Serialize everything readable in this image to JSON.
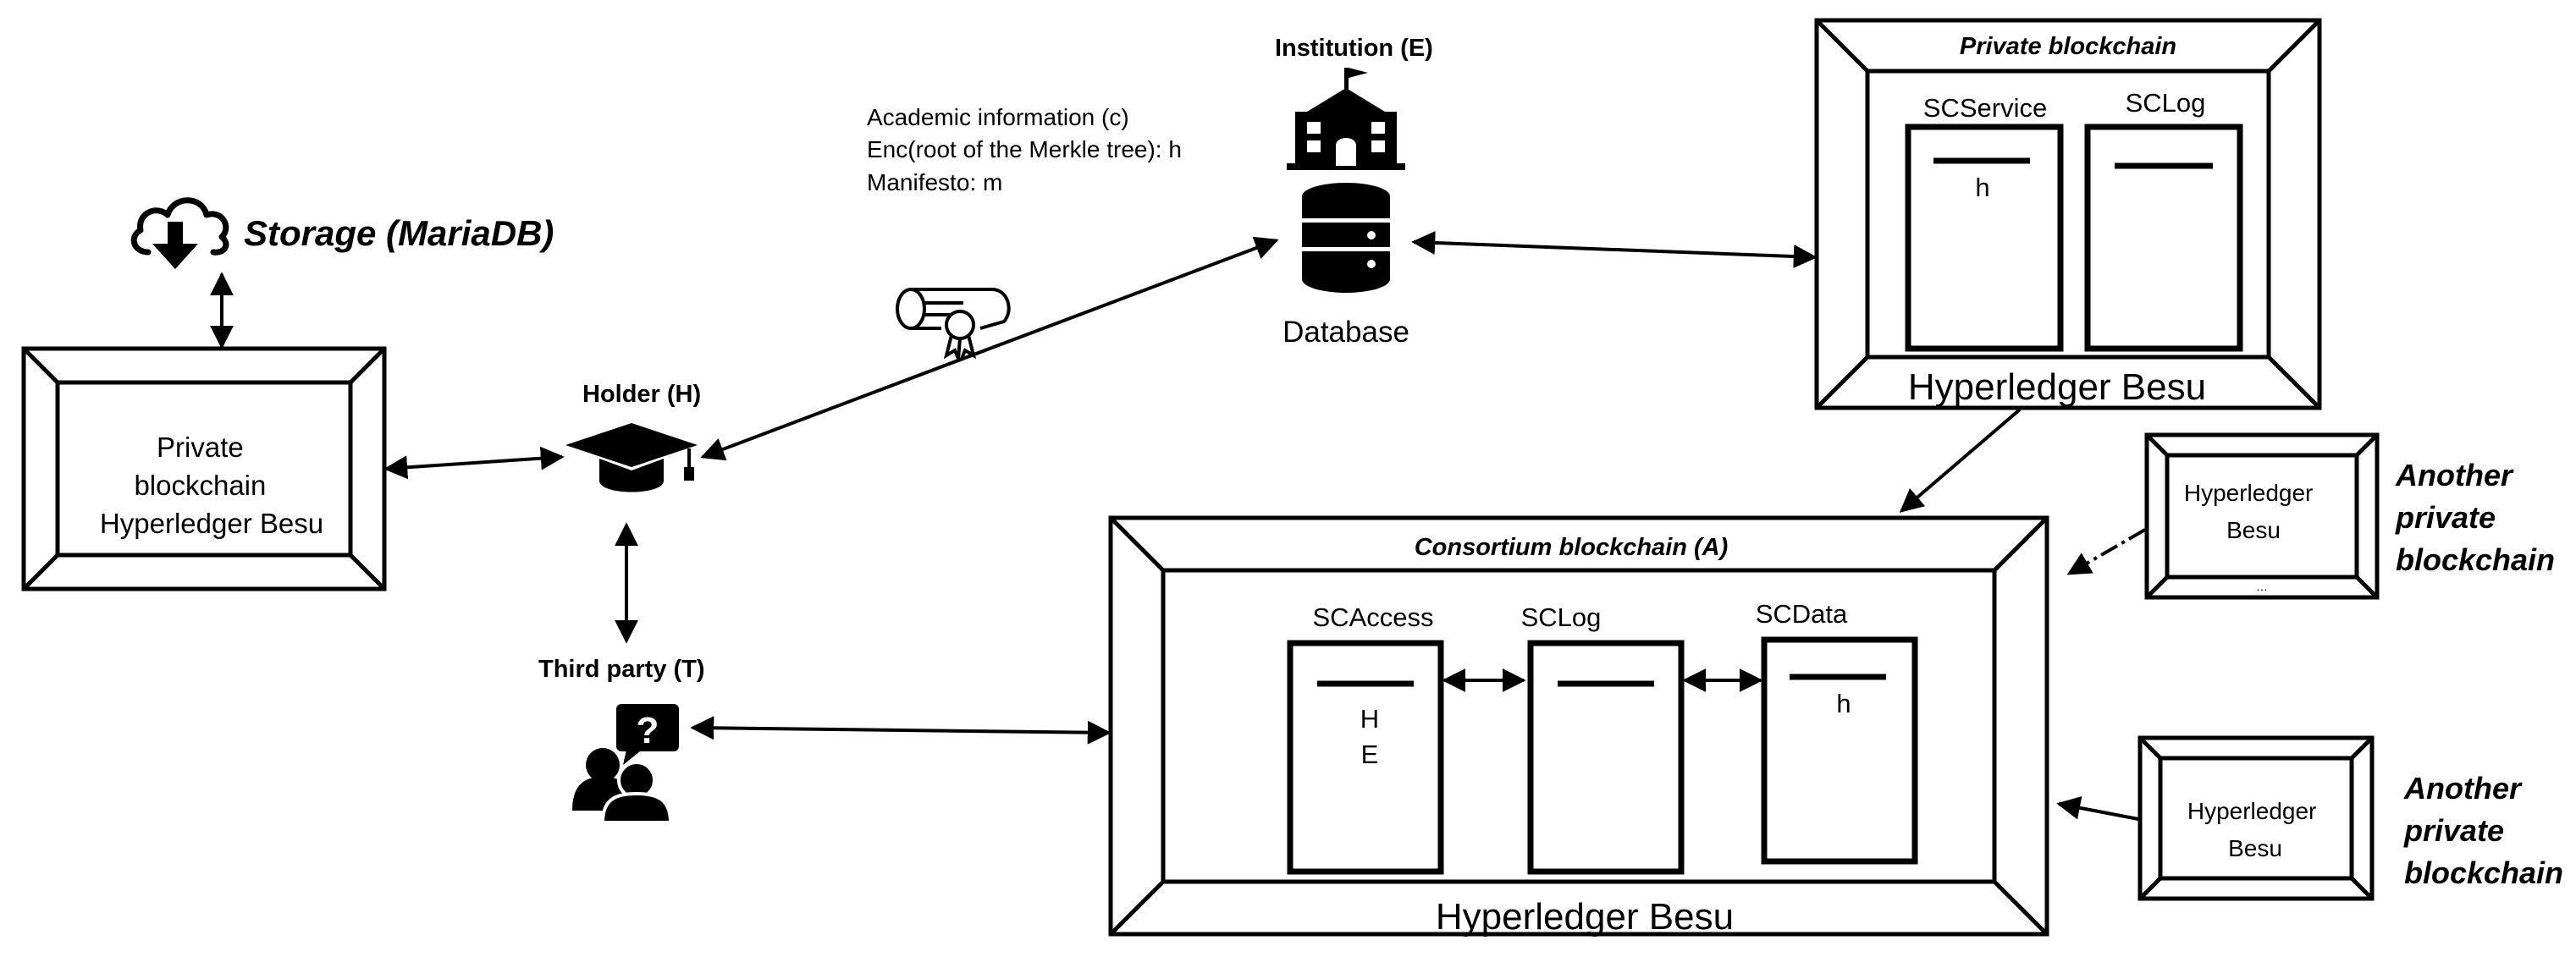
{
  "colors": {
    "stroke": "#000000",
    "background": "#ffffff"
  },
  "storage": {
    "icon": "cloud-download-icon",
    "label": "Storage (MariaDB)"
  },
  "holder_chain": {
    "line1": "Private",
    "line2": "blockchain",
    "line3": "Hyperledger Besu"
  },
  "holder": {
    "icon": "graduation-cap-icon",
    "label": "Holder (H)"
  },
  "third_party": {
    "icon": "people-question-icon",
    "label": "Third party (T)"
  },
  "credential": {
    "icon": "diploma-certificate-icon"
  },
  "institution": {
    "icon": "institution-building-icon",
    "label": "Institution (E)",
    "info_lines": [
      "Academic information (c)",
      "Enc(root of the Merkle tree): h",
      "Manifesto: m"
    ],
    "database_icon": "database-icon",
    "database_label": "Database"
  },
  "private_chain": {
    "title": "Private blockchain",
    "platform": "Hyperledger Besu",
    "contracts": [
      {
        "name": "SCService",
        "content": [
          "h"
        ]
      },
      {
        "name": "SCLog",
        "content": []
      }
    ]
  },
  "consortium": {
    "title": "Consortium blockchain (A)",
    "platform": "Hyperledger Besu",
    "contracts": [
      {
        "name": "SCAccess",
        "content": [
          "H",
          "E"
        ]
      },
      {
        "name": "SCLog",
        "content": []
      },
      {
        "name": "SCData",
        "content": [
          "h"
        ]
      }
    ]
  },
  "other_chains": [
    {
      "box_line1": "Hyperledger",
      "box_line2": "Besu",
      "box_footnote": "…",
      "side_lines": [
        "Another",
        "private",
        "blockchain"
      ]
    },
    {
      "box_line1": "Hyperledger",
      "box_line2": "Besu",
      "side_lines": [
        "Another",
        "private",
        "blockchain"
      ]
    }
  ]
}
